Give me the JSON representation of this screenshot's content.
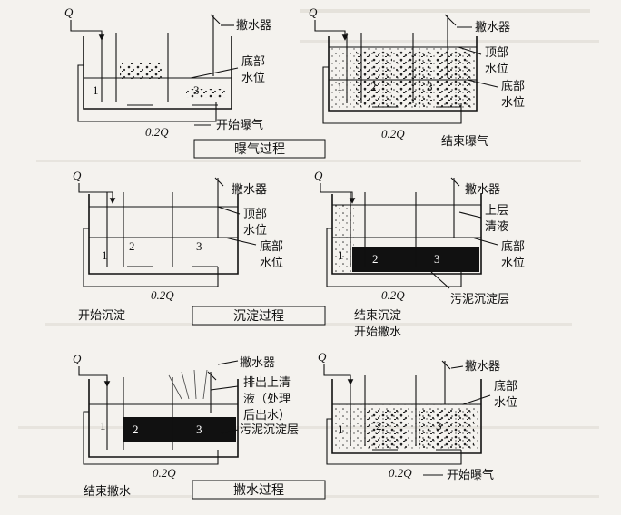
{
  "flow": "Q",
  "recycle": "0.2Q",
  "components": {
    "decanter": "撇水器",
    "top_level": "顶部水位",
    "bottom_level": "底部水位",
    "supernatant": "上层清液",
    "sludge_layer": "污泥沉淀层",
    "discharge_note": "排出上清液（处理后出水）"
  },
  "zones": [
    "1",
    "2",
    "3"
  ],
  "states": {
    "start_aeration": "开始曝气",
    "end_aeration": "结束曝气",
    "start_settling": "开始沉淀",
    "end_settling_start_decant": "结束沉淀开始撇水",
    "end_decant": "结束撇水"
  },
  "stages": {
    "aeration": "曝气过程",
    "settling": "沉淀过程",
    "decanting": "撇水过程"
  },
  "colors": {
    "ink": "#111111",
    "paper": "#f4f2ee",
    "ghost_text": "#c9c5bd"
  }
}
